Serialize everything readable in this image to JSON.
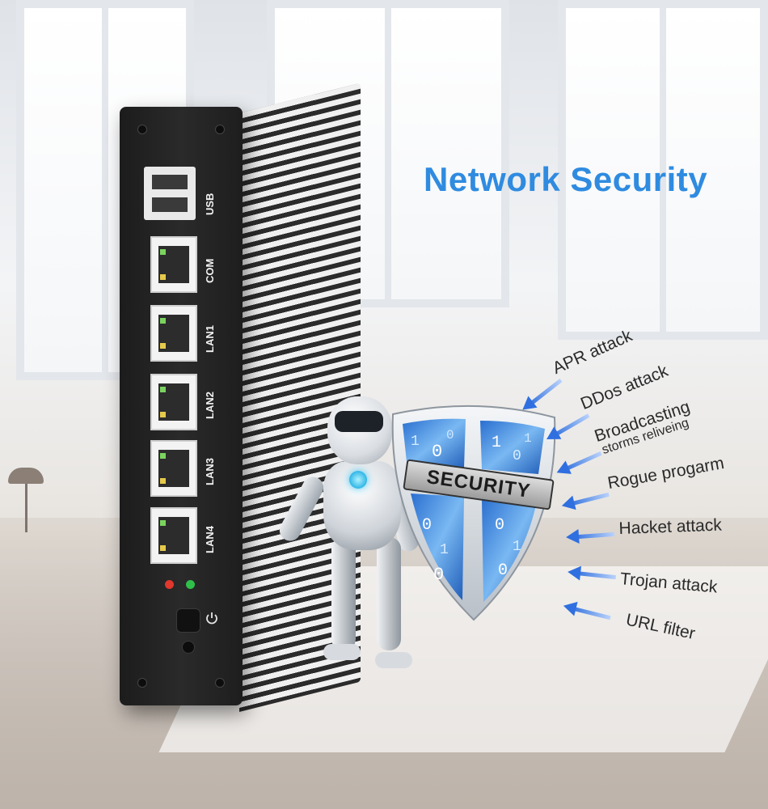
{
  "title": "Network Security",
  "device": {
    "usb_label": "USB",
    "ports": [
      {
        "label": "COM"
      },
      {
        "label": "LAN1"
      },
      {
        "label": "LAN2"
      },
      {
        "label": "LAN3"
      },
      {
        "label": "LAN4"
      }
    ],
    "power_icon": "power-icon",
    "status_led_colors": [
      "#e2372c",
      "#2fbf4a"
    ]
  },
  "shield": {
    "label": "SECURITY",
    "digits": [
      "1",
      "0",
      "0",
      "1",
      "0",
      "1",
      "0",
      "1",
      "0",
      "0",
      "1",
      "0"
    ],
    "accent_color": "#2f8be0"
  },
  "threats": [
    {
      "label": "APR attack"
    },
    {
      "label": "DDos attack"
    },
    {
      "label": "Broadcasting",
      "sub": "storms reliveing"
    },
    {
      "label": "Rogue progarm"
    },
    {
      "label": "Hacket attack"
    },
    {
      "label": "Trojan attack"
    },
    {
      "label": "URL filter"
    }
  ],
  "colors": {
    "title": "#2f8be0",
    "arrow": "#2f6fe0"
  }
}
